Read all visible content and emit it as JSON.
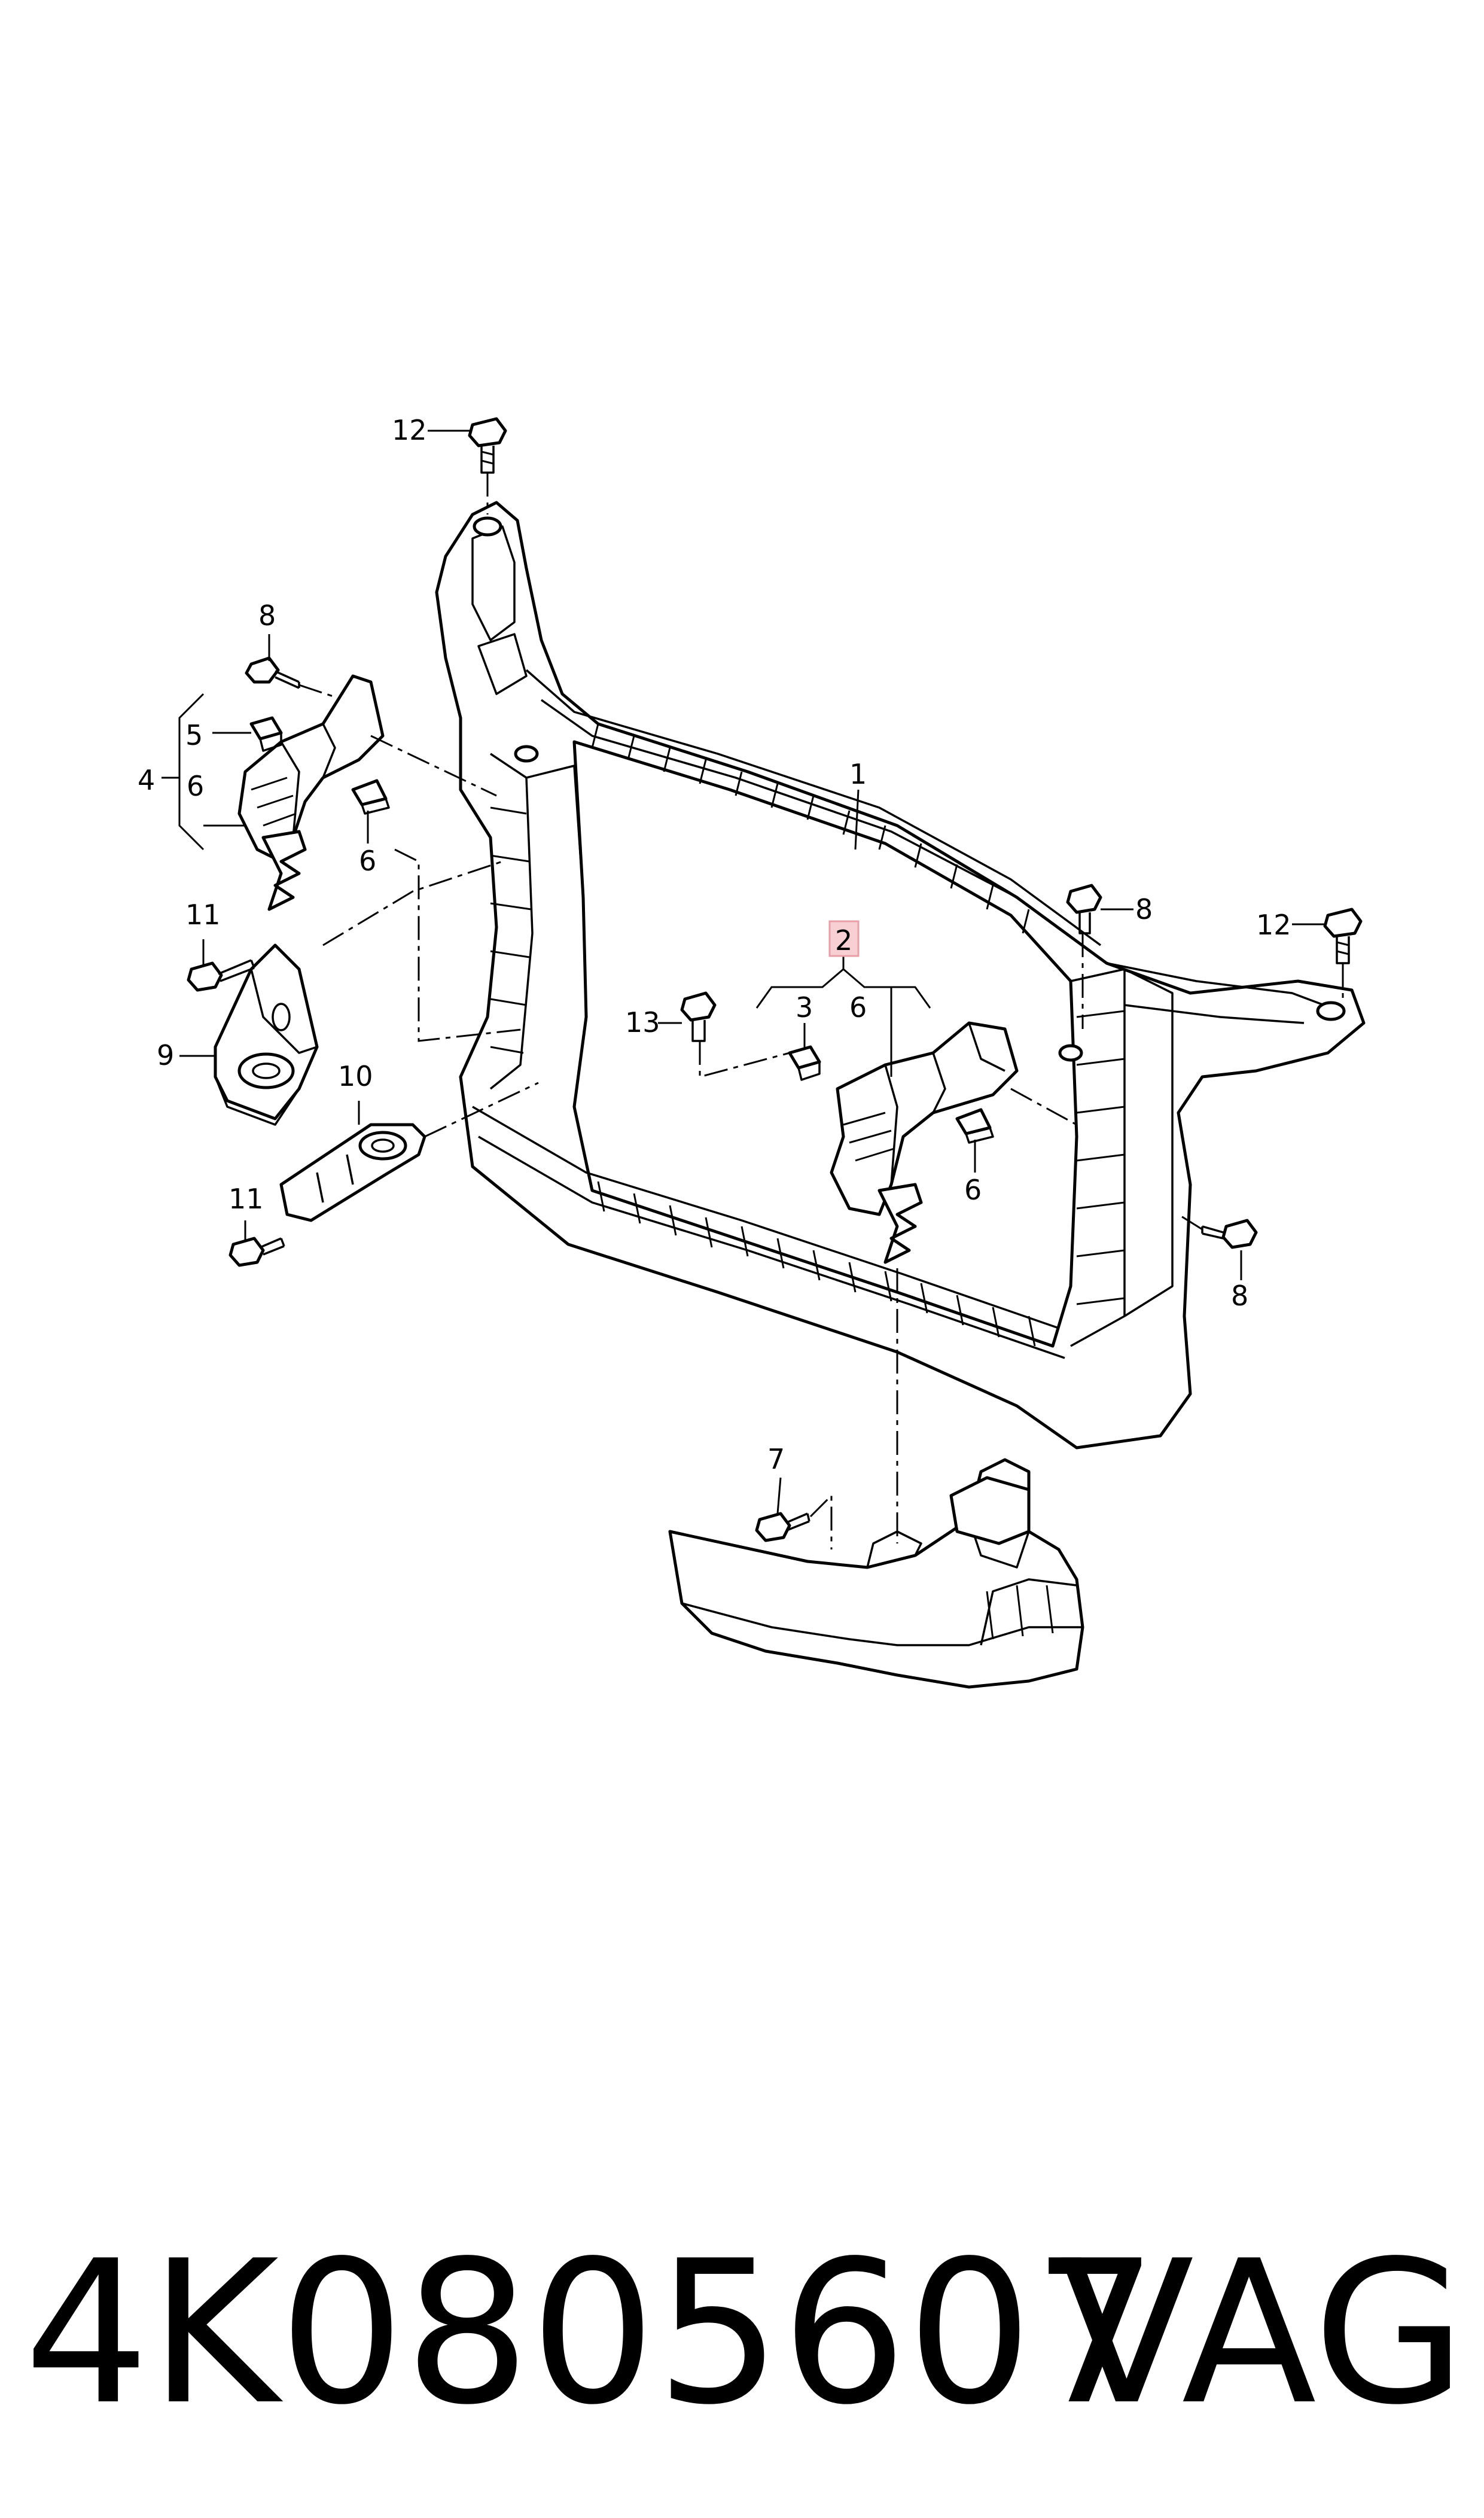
{
  "callouts": {
    "c1": "1",
    "c2": "2",
    "c3": "3",
    "c4": "4",
    "c5": "5",
    "c6_left": "6",
    "c6_left_bracket": "6",
    "c6_center_bracket": "6",
    "c6_center": "6",
    "c7": "7",
    "c8_left": "8",
    "c8_top_right": "8",
    "c8_bottom_right": "8",
    "c9": "9",
    "c10": "10",
    "c11_top": "11",
    "c11_bottom": "11",
    "c12_top": "12",
    "c12_right": "12",
    "c13": "13"
  },
  "highlight_color": "#e8a0a8",
  "footer": {
    "part_number": "4K0805607",
    "brand": "VAG"
  }
}
